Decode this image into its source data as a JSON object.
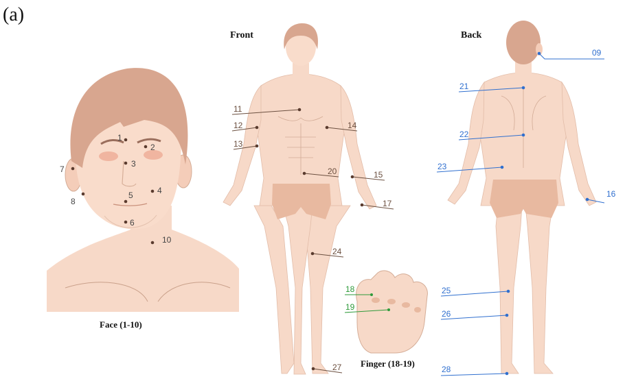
{
  "panel_label": "(a)",
  "titles": {
    "front": "Front",
    "back": "Back"
  },
  "captions": {
    "face": "Face (1-10)",
    "finger": "Finger (18-19)"
  },
  "colors": {
    "skin": "#f7d9c8",
    "skin_outline": "#c9a08a",
    "hair": "#d8a68f",
    "underwear": "#e8b9a0",
    "cheek": "#f0b5a0",
    "front_label": "#6b4f3f",
    "back_label": "#2f6fcf",
    "finger_label": "#2e9a3a",
    "dot": "#5a3b2e"
  },
  "face_labels": [
    "1",
    "2",
    "3",
    "4",
    "5",
    "6",
    "7",
    "8",
    "10"
  ],
  "front_labels": [
    "11",
    "12",
    "13",
    "14",
    "15",
    "17",
    "20",
    "24",
    "27"
  ],
  "back_labels": [
    "09",
    "16",
    "21",
    "22",
    "23",
    "25",
    "26",
    "28"
  ],
  "finger_labels": [
    "18",
    "19"
  ]
}
